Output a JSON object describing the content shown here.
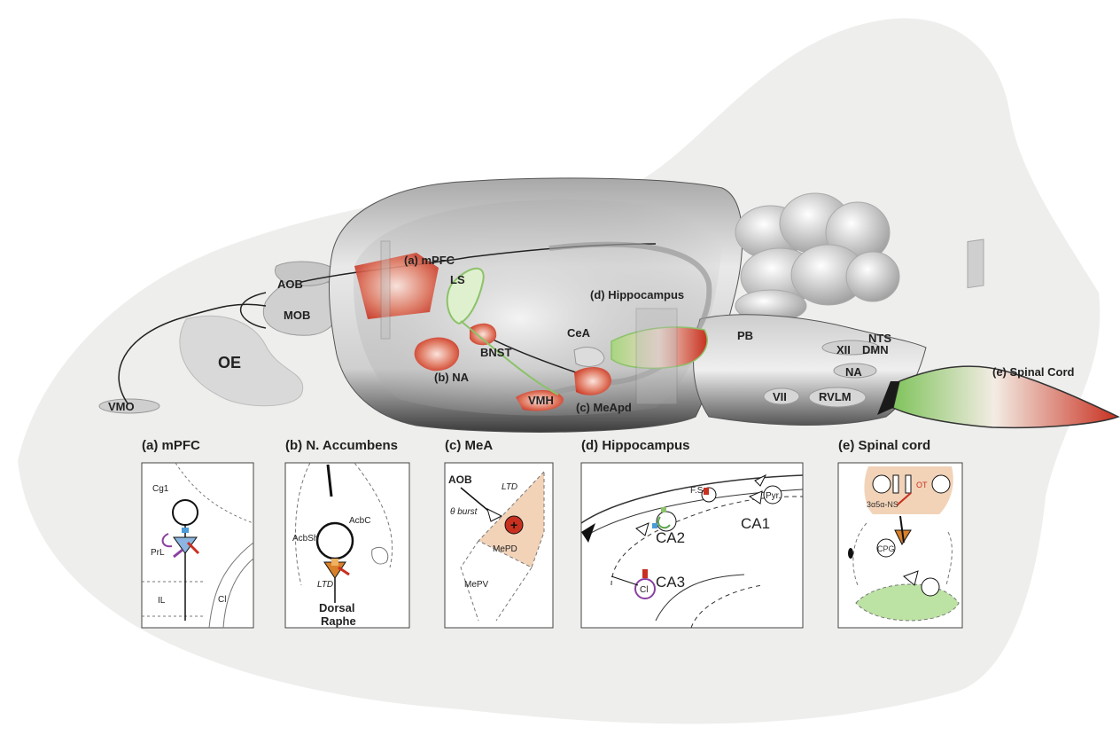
{
  "brain_labels": {
    "vmo": "VMO",
    "oe": "OE",
    "aob": "AOB",
    "mob": "MOB",
    "mpfc": "(a) mPFC",
    "ls": "LS",
    "na_b": "(b) NA",
    "bnst": "BNST",
    "cea": "CeA",
    "vmh": "VMH",
    "meapd": "(c) MeApd",
    "hippocampus": "(d) Hippocampus",
    "pb": "PB",
    "xii": "XII",
    "nts": "NTS",
    "dmn": "DMN",
    "na": "NA",
    "vii": "VII",
    "rvlm": "RVLM",
    "spinal_cord": "(e) Spinal Cord"
  },
  "panels": [
    {
      "title": "(a) mPFC",
      "labels": {
        "cg1": "Cg1",
        "prl": "PrL",
        "il": "IL",
        "cl": "Cl"
      }
    },
    {
      "title": "(b) N. Accumbens",
      "labels": {
        "acbc": "AcbC",
        "acbsh": "AcbSh",
        "ltd": "LTD",
        "raphe1": "Dorsal",
        "raphe2": "Raphe"
      }
    },
    {
      "title": "(c) MeA",
      "labels": {
        "aob": "AOB",
        "ltd": "LTD",
        "burst": "θ burst",
        "mepd": "MePD",
        "mepv": "MePV",
        "plus": "+"
      }
    },
    {
      "title": "(d) Hippocampus",
      "labels": {
        "fs": "F.S",
        "pyr": "Pyr.",
        "ca1": "CA1",
        "ca2": "CA2",
        "ca3": "CA3",
        "cl": "Cl"
      }
    },
    {
      "title": "(e) Spinal cord",
      "labels": {
        "ot": "OT",
        "ns": "3α5α-NS",
        "cpg": "CPG"
      }
    }
  ],
  "colors": {
    "red": "#c8301f",
    "green": "#8cc26a",
    "orange": "#d9802a",
    "blue": "#4a9bd8",
    "purple": "#8a3fa0",
    "peach": "#f2d3b8"
  }
}
